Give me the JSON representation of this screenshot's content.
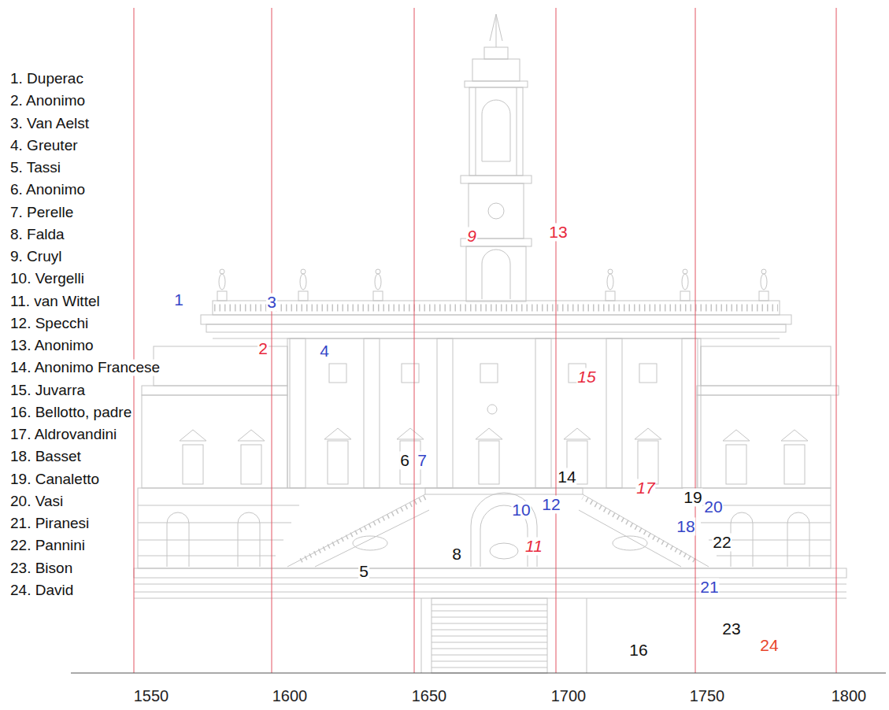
{
  "diagram": {
    "labels": [
      "1. Duperac",
      "2. Anonimo",
      "3. Van Aelst",
      "4. Greuter",
      "5. Tassi",
      "6. Anonimo",
      "7. Perelle",
      "8. Falda",
      "9. Cruyl",
      "10. Vergelli",
      "11. van Wittel",
      "12. Specchi",
      "13. Anonimo",
      "14. Anonimo Francese",
      "15. Juvarra",
      "16. Bellotto, padre",
      "17. Aldrovandini",
      "18. Basset",
      "19. Canaletto",
      "20. Vasi",
      "21. Piranesi",
      "22. Pannini",
      "23. Bison",
      "24. David",
      "1",
      "2",
      "3",
      "4",
      "5",
      "6",
      "7",
      "8",
      "9",
      "10",
      "11",
      "12",
      "13",
      "14",
      "15",
      "16",
      "17",
      "18",
      "19",
      "20",
      "21",
      "22",
      "23",
      "24",
      "1550",
      "1600",
      "1650",
      "1700",
      "1750",
      "1800"
    ]
  }
}
